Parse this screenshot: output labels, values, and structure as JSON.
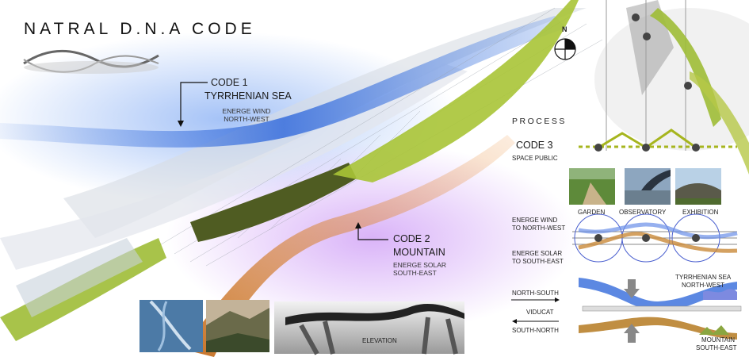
{
  "title": "NATRAL D.N.A CODE",
  "compass": "N",
  "code1": {
    "name": "CODE 1",
    "place": "TYRRHENIAN SEA",
    "energy": "ENERGE WIND",
    "direction": "NORTH-WEST"
  },
  "code2": {
    "name": "CODE 2",
    "place": "MOUNTAIN",
    "energy": "ENERGE SOLAR",
    "direction": "SOUTH-EAST"
  },
  "process": {
    "title": "PROCESS",
    "code3": {
      "name": "CODE 3",
      "subtitle": "SPACE PUBLIC"
    },
    "photos": [
      "GARDEN",
      "OBSERVATORY",
      "EXHIBITION"
    ],
    "wind": [
      "ENERGE WIND",
      "TO NORTH-WEST"
    ],
    "solar": [
      "ENERGE SOLAR",
      "TO SOUTH-EAST"
    ],
    "flow": {
      "north_south": "NORTH-SOUTH",
      "viducat": "VIDUCAT",
      "south_north": "SOUTH-NORTH"
    },
    "sea": [
      "TYRRHENIAN SEA",
      "NORTH-WEST"
    ],
    "mountain": [
      "MOUNTAIN",
      "SOUTH-EAST"
    ]
  },
  "elevation": "ELEVATION",
  "colors": {
    "sea": "#5b8fe0",
    "mountain": "#d9843a",
    "foliage": "#a8c22e",
    "violet": "#c9a0f0"
  }
}
